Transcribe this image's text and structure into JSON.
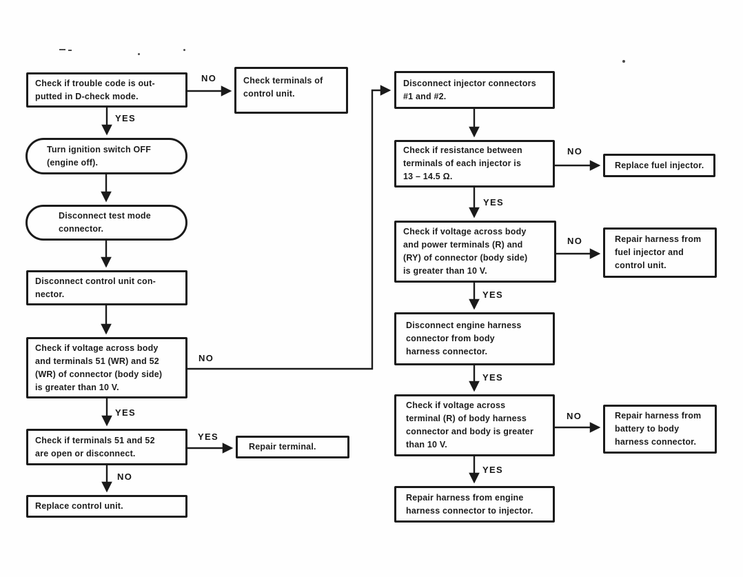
{
  "diagram": {
    "type": "flowchart",
    "subject": "Fuel injector / control unit diagnostic troubleshooting chart",
    "nodes": [
      {
        "id": "check-trouble-code-d-check",
        "shape": "process",
        "text": "Check if trouble code is out-\nputted in D-check mode."
      },
      {
        "id": "check-terminals-of-control-unit",
        "shape": "process",
        "text": "Check terminals of\ncontrol unit."
      },
      {
        "id": "turn-ignition-switch-off",
        "shape": "terminal",
        "text": "Turn ignition switch OFF\n(engine off)."
      },
      {
        "id": "disconnect-test-mode-connector",
        "shape": "terminal",
        "text": "Disconnect test mode\nconnector."
      },
      {
        "id": "disconnect-control-unit-connector",
        "shape": "process",
        "text": "Disconnect control unit con-\nnector."
      },
      {
        "id": "check-voltage-terminals-51-52",
        "shape": "process",
        "text": "Check if voltage across body\nand terminals 51 (WR) and 52\n(WR) of connector (body side)\nis greater than 10 V."
      },
      {
        "id": "check-terminals-51-52-open",
        "shape": "process",
        "text": "Check if terminals 51 and 52\nare open or disconnect."
      },
      {
        "id": "repair-terminal",
        "shape": "process",
        "text": "Repair terminal."
      },
      {
        "id": "replace-control-unit",
        "shape": "process",
        "text": "Replace control unit."
      },
      {
        "id": "disconnect-injector-connectors",
        "shape": "process",
        "text": "Disconnect injector connectors\n#1 and #2."
      },
      {
        "id": "check-injector-resistance",
        "shape": "process",
        "text": "Check if resistance between\nterminals of each injector is\n13 – 14.5 Ω."
      },
      {
        "id": "replace-fuel-injector",
        "shape": "process",
        "text": "Replace fuel injector."
      },
      {
        "id": "check-voltage-power-terminals",
        "shape": "process",
        "text": "Check if voltage across body\nand power terminals (R) and\n(RY) of connector (body side)\nis greater than 10 V."
      },
      {
        "id": "repair-harness-injector-to-control-unit",
        "shape": "process",
        "text": "Repair harness from\nfuel injector and\ncontrol unit."
      },
      {
        "id": "disconnect-engine-harness",
        "shape": "process",
        "text": "Disconnect engine harness\nconnector from body\nharness connector."
      },
      {
        "id": "check-voltage-terminal-r",
        "shape": "process",
        "text": "Check if voltage across\nterminal (R) of body harness\nconnector and body is greater\nthan 10 V."
      },
      {
        "id": "repair-harness-battery-to-body",
        "shape": "process",
        "text": "Repair harness from\nbattery to body\nharness connector."
      },
      {
        "id": "repair-harness-engine-to-injector",
        "shape": "process",
        "text": "Repair harness from engine\nharness connector to injector."
      }
    ],
    "edges": [
      {
        "from": "check-trouble-code-d-check",
        "to": "check-terminals-of-control-unit",
        "label": "NO"
      },
      {
        "from": "check-trouble-code-d-check",
        "to": "turn-ignition-switch-off",
        "label": "YES"
      },
      {
        "from": "turn-ignition-switch-off",
        "to": "disconnect-test-mode-connector",
        "label": ""
      },
      {
        "from": "disconnect-test-mode-connector",
        "to": "disconnect-control-unit-connector",
        "label": ""
      },
      {
        "from": "disconnect-control-unit-connector",
        "to": "check-voltage-terminals-51-52",
        "label": ""
      },
      {
        "from": "check-voltage-terminals-51-52",
        "to": "disconnect-injector-connectors",
        "label": "NO"
      },
      {
        "from": "check-voltage-terminals-51-52",
        "to": "check-terminals-51-52-open",
        "label": "YES"
      },
      {
        "from": "check-terminals-51-52-open",
        "to": "repair-terminal",
        "label": "YES"
      },
      {
        "from": "check-terminals-51-52-open",
        "to": "replace-control-unit",
        "label": "NO"
      },
      {
        "from": "disconnect-injector-connectors",
        "to": "check-injector-resistance",
        "label": ""
      },
      {
        "from": "check-injector-resistance",
        "to": "replace-fuel-injector",
        "label": "NO"
      },
      {
        "from": "check-injector-resistance",
        "to": "check-voltage-power-terminals",
        "label": "YES"
      },
      {
        "from": "check-voltage-power-terminals",
        "to": "repair-harness-injector-to-control-unit",
        "label": "NO"
      },
      {
        "from": "check-voltage-power-terminals",
        "to": "disconnect-engine-harness",
        "label": "YES"
      },
      {
        "from": "disconnect-engine-harness",
        "to": "check-voltage-terminal-r",
        "label": "YES"
      },
      {
        "from": "check-voltage-terminal-r",
        "to": "repair-harness-battery-to-body",
        "label": "NO"
      },
      {
        "from": "check-voltage-terminal-r",
        "to": "repair-harness-engine-to-injector",
        "label": "YES"
      }
    ]
  }
}
